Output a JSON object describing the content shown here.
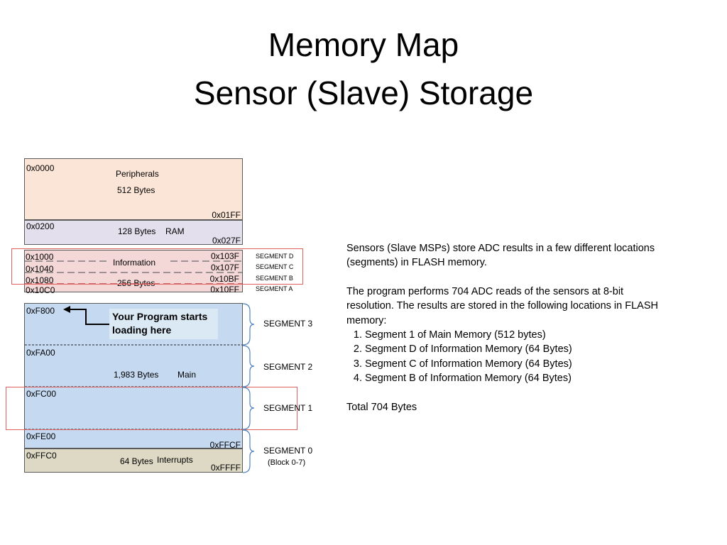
{
  "title": {
    "line1": "Memory Map",
    "line2": "Sensor (Slave) Storage"
  },
  "peripherals": {
    "start": "0x0000",
    "name": "Peripherals",
    "size": "512 Bytes",
    "end": "0x01FF",
    "color": "#fbe5d6"
  },
  "ram": {
    "start": "0x0200",
    "size": "128 Bytes",
    "name": "RAM",
    "end": "0x027F",
    "color": "#e4dfec"
  },
  "information": {
    "name": "Information",
    "size": "256 Bytes",
    "color": "#f4d7d7",
    "rows": [
      {
        "start": "0x1000",
        "end": "0x103F",
        "segment": "SEGMENT D"
      },
      {
        "start": "0x1040",
        "end": "0x107F",
        "segment": "SEGMENT C"
      },
      {
        "start": "0x1080",
        "end": "0x10BF",
        "segment": "SEGMENT B"
      },
      {
        "start": "0x10C0",
        "end": "0x10FF",
        "segment": "SEGMENT A"
      }
    ]
  },
  "main": {
    "size": "1,983 Bytes",
    "name": "Main",
    "color": "#c5d9f1",
    "addresses": {
      "f800": "0xF800",
      "fa00": "0xFA00",
      "fc00": "0xFC00",
      "fe00": "0xFE00",
      "ffcf": "0xFFCF"
    },
    "callout": {
      "line1": "Your Program starts",
      "line2": "loading here"
    }
  },
  "interrupts": {
    "start": "0xFFC0",
    "size": "64 Bytes",
    "name": "Interrupts",
    "end": "0xFFFF",
    "color": "#ddd9c4"
  },
  "segments": {
    "s3": "SEGMENT 3",
    "s2": "SEGMENT 2",
    "s1": "SEGMENT 1",
    "s0": "SEGMENT 0",
    "s0_sub": "(Block 0-7)"
  },
  "description": {
    "para1": "Sensors (Slave MSPs) store ADC results in a few different locations (segments) in FLASH memory.",
    "para2": "The program performs 704 ADC reads of the sensors at 8-bit resolution.  The results are stored in the following locations in FLASH memory:",
    "items": [
      "Segment 1 of Main Memory (512 bytes)",
      "Segment D of Information Memory (64 Bytes)",
      "Segment C of Information Memory (64 Bytes)",
      "Segment B of Information Memory (64 Bytes)"
    ],
    "total": "Total 704 Bytes"
  },
  "colors": {
    "highlight": "#e06060",
    "bracket": "#4f81bd",
    "callout_bg": "#dbe9f5"
  }
}
